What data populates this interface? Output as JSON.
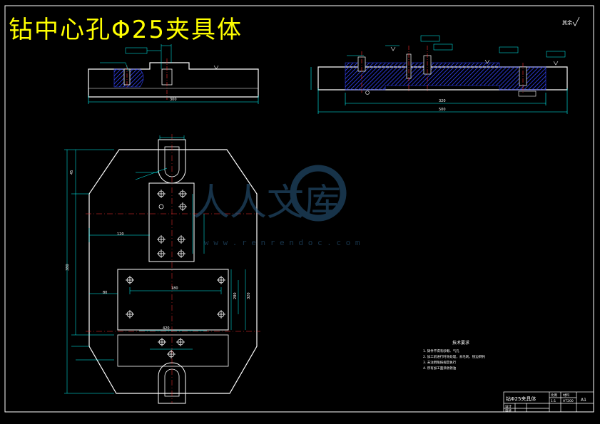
{
  "drawing": {
    "title": "钻中心孔Φ25夹具体",
    "roughness_note": "其余",
    "sheet_size": "A1"
  },
  "watermark": {
    "text": "人人文库",
    "url": "w w w . r e n r e n d o c . c o m"
  },
  "tech_requirements": {
    "heading": "技术要求",
    "items": [
      "1. 铸件不得有砂眼、气孔",
      "2. 加工前进行时效处理，去毛刺，锐边倒钝",
      "3. 未注倒角按规定执行",
      "4. 所有加工面涂防锈油"
    ]
  },
  "title_block": {
    "part_name": "钻Φ25夹具体",
    "design_label": "设计",
    "check_label": "审核",
    "scale_label": "比例",
    "scale_value": "1:1",
    "material_label": "材料",
    "material_value": "HT200",
    "sheet_label": "A1"
  },
  "dimensions": {
    "top_left_width": "300",
    "top_right_width": "500",
    "top_right_inner": "320",
    "plan_height": "380",
    "plan_width": "420",
    "dim_320": "320",
    "dim_280": "280",
    "dim_180": "180",
    "dim_45": "45",
    "dim_120": "120",
    "dim_80": "80"
  },
  "colors": {
    "background": "#000000",
    "outline": "#ffffff",
    "dimension": "#00ffff",
    "title": "#ffff00",
    "hatch": "#3344ff",
    "centerline": "#ff3030"
  }
}
